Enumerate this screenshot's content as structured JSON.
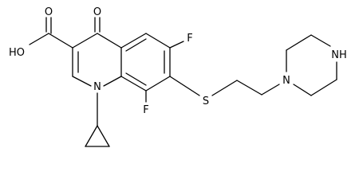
{
  "molecule": {
    "atoms": {
      "carbonyl_oxygen": "O",
      "acid_oxygen": "O",
      "hydroxyl": "HO",
      "fluorine_6": "F",
      "fluorine_8": "F",
      "ring_nitrogen": "N",
      "sulfur": "S",
      "piperazine_n1": "N",
      "piperazine_nh": "NH"
    }
  }
}
